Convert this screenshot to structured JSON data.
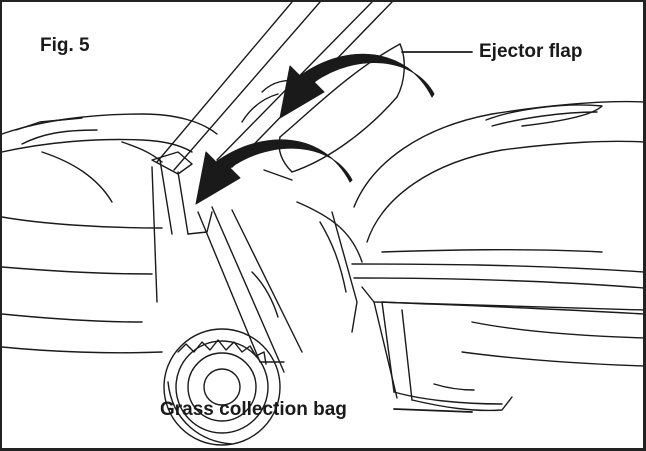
{
  "figure": {
    "label": "Fig. 5"
  },
  "callouts": {
    "ejector_flap": "Ejector flap",
    "grass_collection_bag": "Grass collection bag"
  },
  "colors": {
    "line": "#1a1a1a",
    "arrow_fill": "#1a1a1a",
    "background": "#ffffff"
  }
}
